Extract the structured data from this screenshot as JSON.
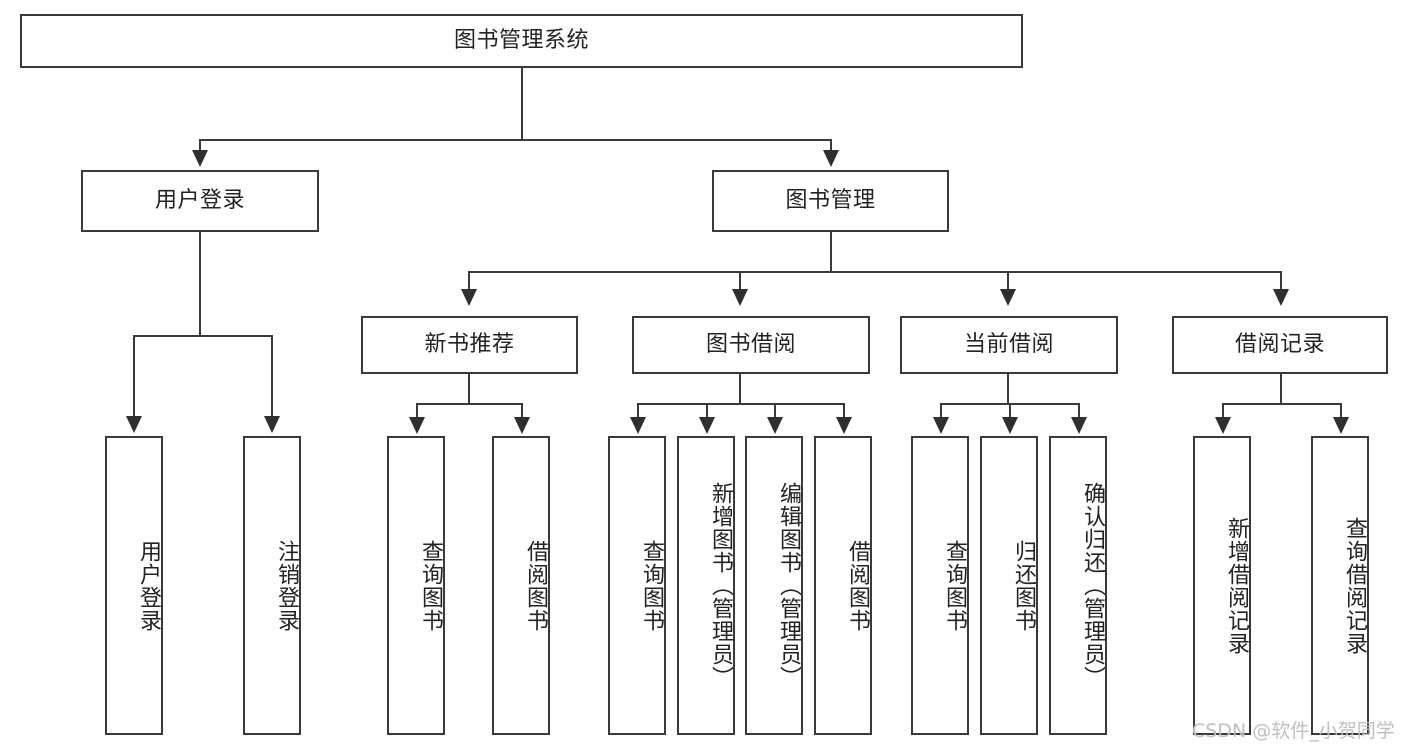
{
  "diagram": {
    "type": "hierarchy-tree",
    "title": "图书管理系统",
    "colors": {
      "box_border": "#3a3a3a",
      "box_fill": "#ffffff",
      "connector": "#3a3a3a",
      "text": "#232323",
      "watermark": "#bfbfbf"
    },
    "root": {
      "label": "图书管理系统"
    },
    "level2": [
      {
        "label": "用户登录"
      },
      {
        "label": "图书管理"
      }
    ],
    "level3": [
      {
        "label": "新书推荐"
      },
      {
        "label": "图书借阅"
      },
      {
        "label": "当前借阅"
      },
      {
        "label": "借阅记录"
      }
    ],
    "leaves": {
      "user_login": [
        {
          "label": "用户登录"
        },
        {
          "label": "注销登录"
        }
      ],
      "new_book_recommend": [
        {
          "label": "查询图书"
        },
        {
          "label": "借阅图书"
        }
      ],
      "book_borrow": [
        {
          "label": "查询图书"
        },
        {
          "label": "新增图书（管理员）"
        },
        {
          "label": "编辑图书（管理员）"
        },
        {
          "label": "借阅图书"
        }
      ],
      "current_borrow": [
        {
          "label": "查询图书"
        },
        {
          "label": "归还图书"
        },
        {
          "label": "确认归还（管理员）"
        }
      ],
      "borrow_record": [
        {
          "label": "新增借阅记录"
        },
        {
          "label": "查询借阅记录"
        }
      ]
    }
  },
  "watermark": {
    "text": "CSDN @软件_小贺同学"
  }
}
